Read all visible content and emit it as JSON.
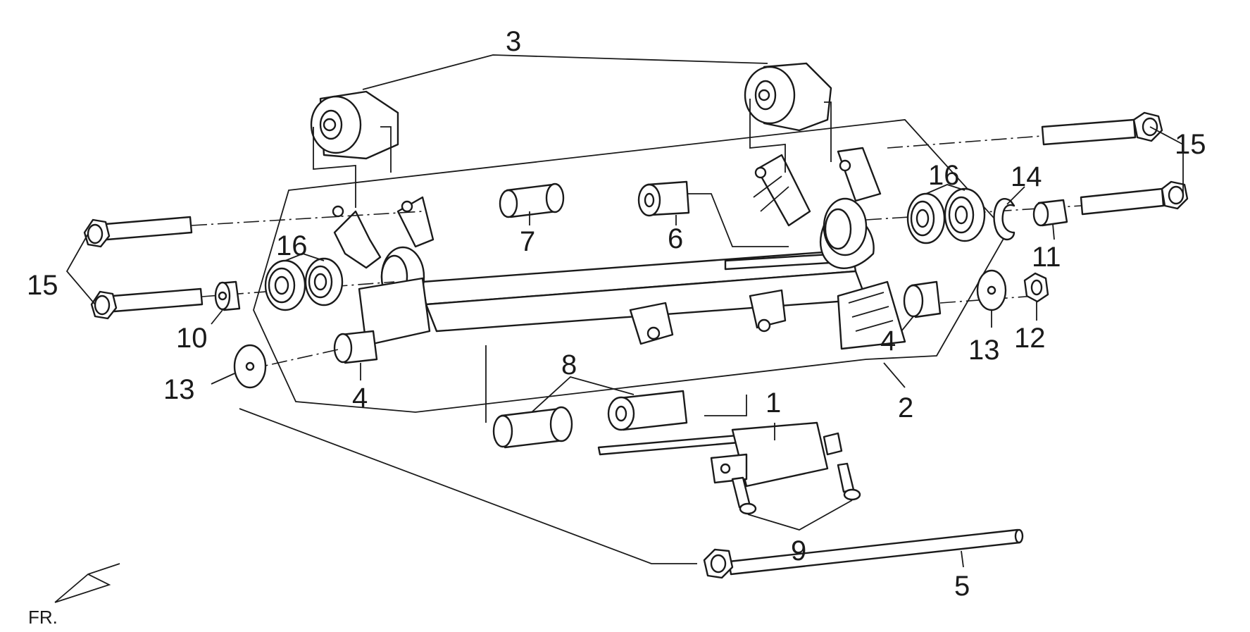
{
  "diagram": {
    "callouts": {
      "c1": "1",
      "c2": "2",
      "c3": "3",
      "c4a": "4",
      "c4b": "4",
      "c5": "5",
      "c6": "6",
      "c7": "7",
      "c8": "8",
      "c9": "9",
      "c10": "10",
      "c11": "11",
      "c12": "12",
      "c13a": "13",
      "c13b": "13",
      "c14": "14",
      "c15a": "15",
      "c15b": "15",
      "c16a": "16",
      "c16b": "16"
    },
    "direction_label": "FR."
  }
}
